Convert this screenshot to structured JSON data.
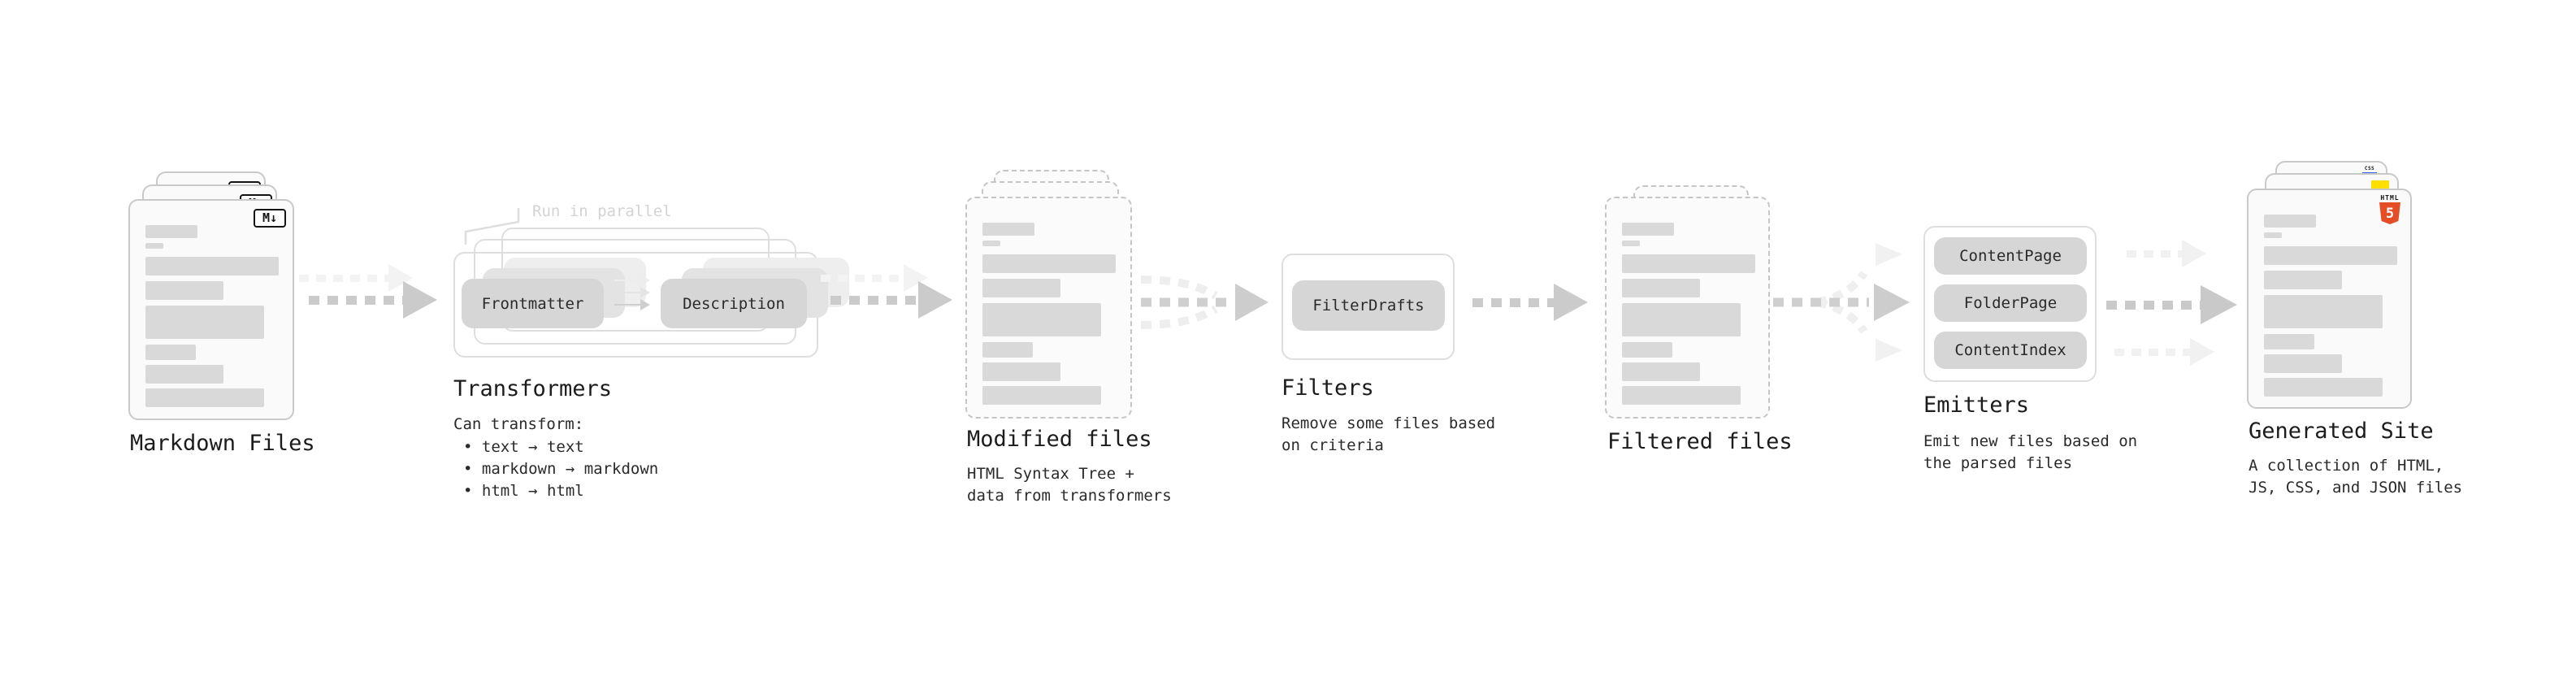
{
  "stages": {
    "markdown": {
      "title": "Markdown Files"
    },
    "transformers": {
      "title": "Transformers",
      "caption": "Can transform:",
      "bullets": [
        "• text → text",
        "• markdown → markdown",
        "• html → html"
      ],
      "annotation": "Run in parallel",
      "node_from": "Frontmatter",
      "node_to": "Description"
    },
    "modified": {
      "title": "Modified files",
      "caption": "HTML Syntax Tree +\ndata from transformers"
    },
    "filters": {
      "title": "Filters",
      "caption": "Remove some files based\non criteria",
      "node": "FilterDrafts"
    },
    "filtered": {
      "title": "Filtered files"
    },
    "emitters": {
      "title": "Emitters",
      "caption": "Emit new files based on\nthe parsed files",
      "nodes": [
        "ContentPage",
        "FolderPage",
        "ContentIndex"
      ]
    },
    "generated": {
      "title": "Generated Site",
      "caption": "A collection of HTML,\nJS, CSS, and JSON files"
    }
  },
  "icons": {
    "markdown_label": "M↓",
    "html5_word": "HTML",
    "html5_number": "5",
    "css_label": "CSS"
  },
  "colors": {
    "html5_orange": "#e44d26",
    "js_yellow": "#ffdf00",
    "css_blue": "#2965f1",
    "card_bar_gray": "#d9d9d9",
    "pill_gray": "#d6d6d6",
    "arrow_gray": "#cbcbcb"
  }
}
